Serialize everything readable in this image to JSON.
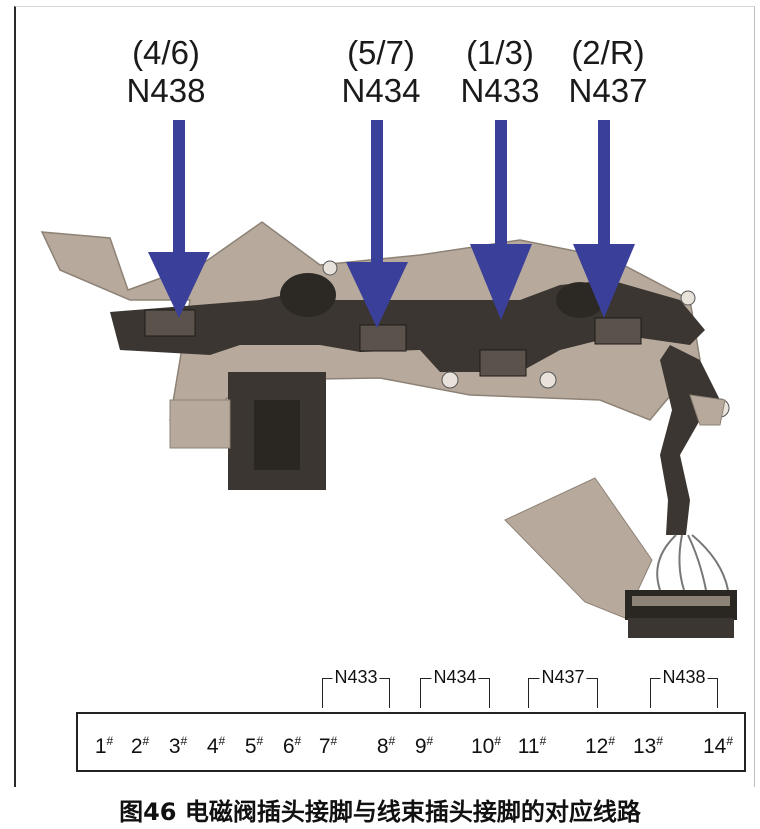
{
  "arrows": [
    {
      "gear": "(4/6)",
      "valve": "N438"
    },
    {
      "gear": "(5/7)",
      "valve": "N434"
    },
    {
      "gear": "(1/3)",
      "valve": "N433"
    },
    {
      "gear": "(2/R)",
      "valve": "N437"
    }
  ],
  "pins": [
    "1",
    "2",
    "3",
    "4",
    "5",
    "6",
    "7",
    "8",
    "9",
    "10",
    "11",
    "12",
    "13",
    "14"
  ],
  "pin_mark": "#",
  "brackets": [
    {
      "label": "N433"
    },
    {
      "label": "N434"
    },
    {
      "label": "N437"
    },
    {
      "label": "N438"
    }
  ],
  "caption": "图46 电磁阀插头接脚与线束插头接脚的对应线路",
  "colors": {
    "arrow": "#3a3f9a",
    "part": "#3b3631",
    "plate": "#b7aa9c"
  }
}
